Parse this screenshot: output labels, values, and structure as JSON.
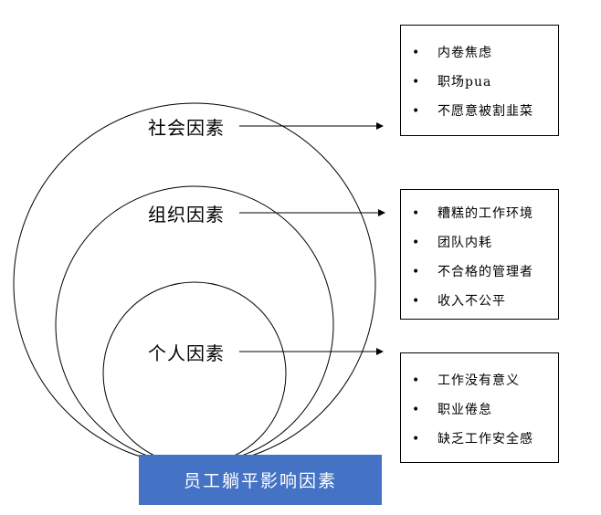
{
  "circles": [
    {
      "label": "社会因素"
    },
    {
      "label": "组织因素"
    },
    {
      "label": "个人因素"
    }
  ],
  "boxes": [
    {
      "items": [
        "内卷焦虑",
        "职场pua",
        "不愿意被割韭菜"
      ]
    },
    {
      "items": [
        "糟糕的工作环境",
        "团队内耗",
        "不合格的管理者",
        "收入不公平"
      ]
    },
    {
      "items": [
        "工作没有意义",
        "职业倦怠",
        "缺乏工作安全感"
      ]
    }
  ],
  "bullet_symbol": "•",
  "title": "员工躺平影响因素",
  "colors": {
    "title_background": "#4472c4",
    "title_text": "#ffffff",
    "lines": "#000000"
  }
}
